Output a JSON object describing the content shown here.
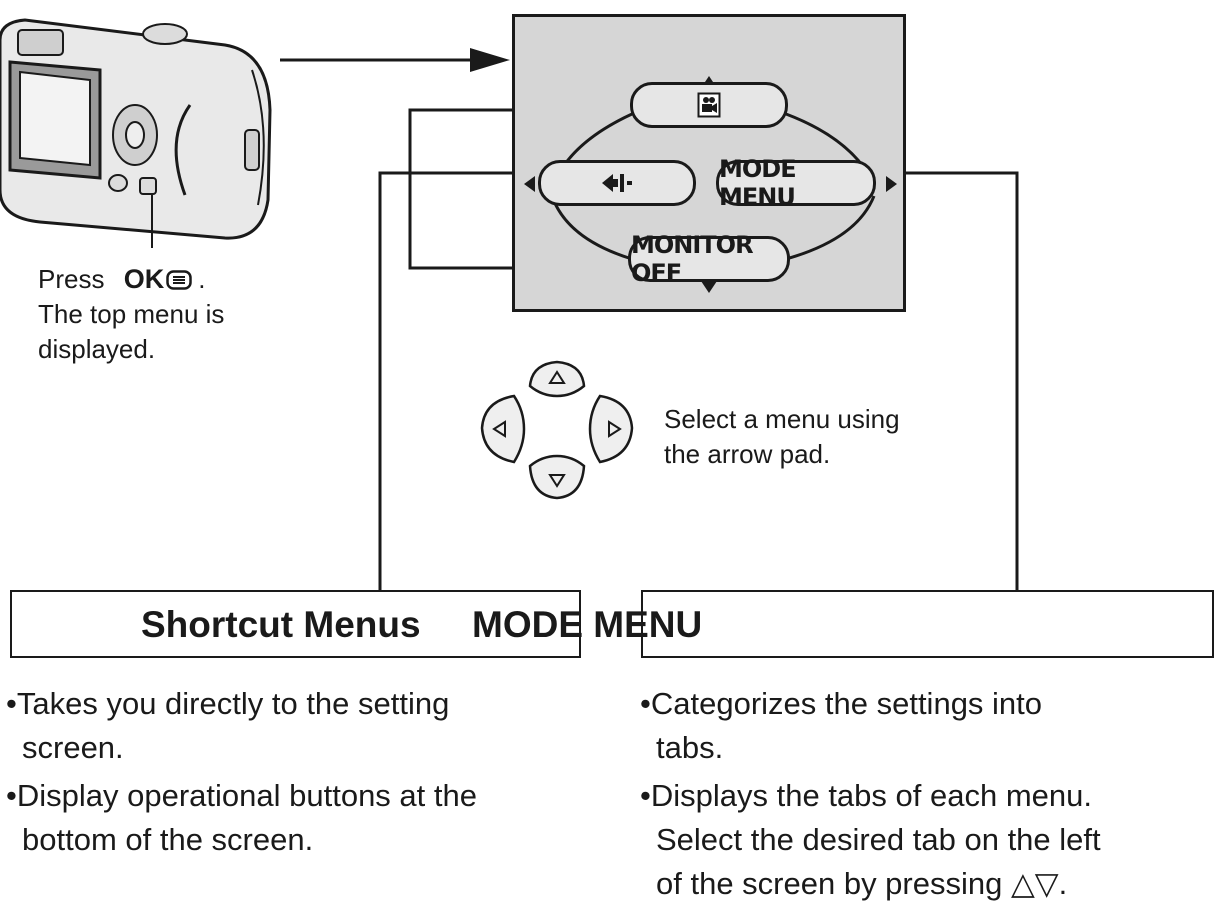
{
  "step_press": {
    "line1_prefix": "Press",
    "ok_button": "OK",
    "line1_suffix": ".",
    "line2": "The top menu is",
    "line3": "displayed."
  },
  "screen_menu": {
    "top_item_icon": "movie-camera-icon",
    "left_item_icon": "back-arrow-icon",
    "right_item": "MODE MENU",
    "bottom_item": "MONITOR OFF"
  },
  "arrow_pad": {
    "instruction_line1": "Select a menu using",
    "instruction_line2": "the arrow pad."
  },
  "shortcut_menus": {
    "heading": "Shortcut Menus",
    "bullets": [
      {
        "line1": "Takes you directly to the setting",
        "line2": "screen."
      },
      {
        "line1": "Display operational buttons at the",
        "line2": "bottom of the screen."
      }
    ]
  },
  "mode_menu": {
    "heading": "MODE MENU",
    "bullets": [
      {
        "line1": "Categorizes the settings into",
        "line2": "tabs."
      },
      {
        "line1": "Displays the tabs of each menu.",
        "line2": "Select the desired tab on the left",
        "line3": "of the screen by pressing △▽."
      }
    ]
  },
  "colors": {
    "screen_bg": "#d6d6d6",
    "line": "#1a1a1a"
  }
}
